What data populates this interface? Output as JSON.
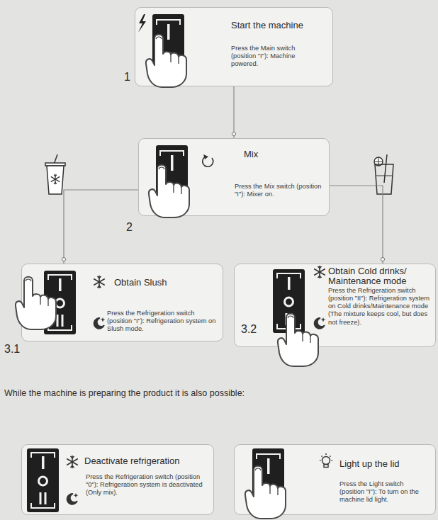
{
  "diagram": {
    "nodes": [
      {
        "text": [
          "Start the machine",
          "Press the Main switch (position \"I\"): Machine powered."
        ]
      },
      {
        "text": [
          "Mix",
          "Press the Mix switch (position \"I\"): Mixer on."
        ]
      },
      {
        "text": [
          "Obtain Slush",
          "Press the Refrigeration switch (position \"I\"): Refrigeration system on Slush mode."
        ]
      },
      {
        "text": [
          "Obtain Cold drinks/ Maintenance mode",
          "Press the Refrigeration switch (position \"II\"): Refrigeration system on Cold drinks/Maintenance mode (The mixture keeps cool, but does not freeze)."
        ]
      },
      {
        "text": [
          "Deactivate refrigeration",
          "Press the Refrigeration switch (position \"0\"): Refrigeration system is deactivated (Only mix)."
        ]
      },
      {
        "text": [
          "Light up the lid",
          "Press the Light switch (position \"I\"): To turn on the machine lid light."
        ]
      }
    ],
    "edges": [
      {
        "from": 0,
        "to": 1,
        "arrow": "none"
      },
      {
        "from": 1,
        "to": 2,
        "arrow": "none"
      },
      {
        "from": 1,
        "to": 3,
        "arrow": "none"
      }
    ],
    "labels": [
      "1",
      "2",
      "3.1",
      "3.2",
      "While the machine is preparing the product it is also possible:"
    ]
  }
}
